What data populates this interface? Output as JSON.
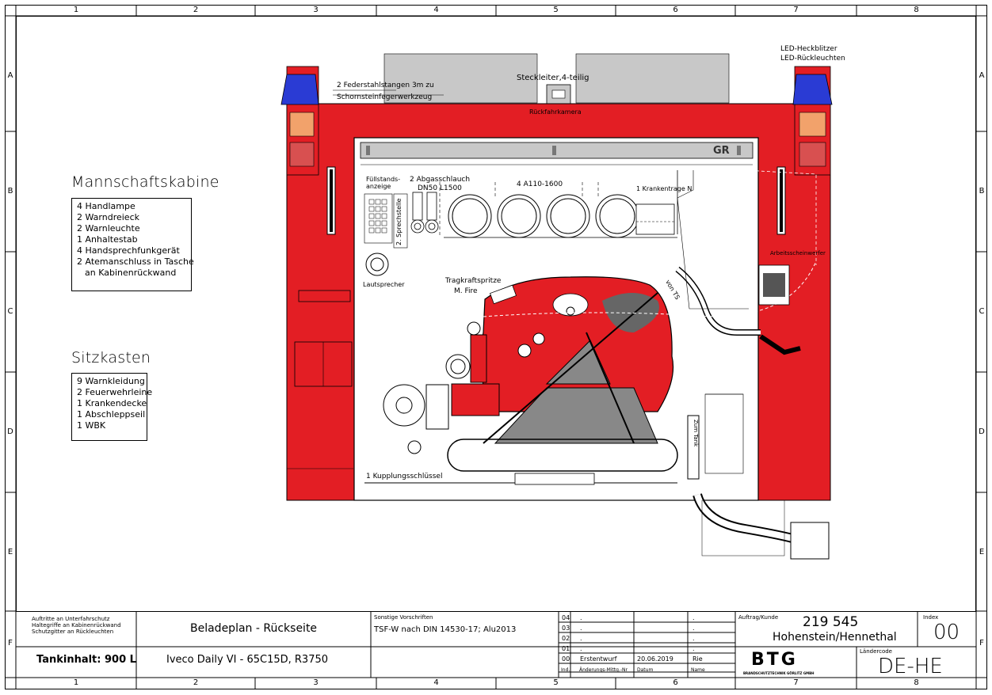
{
  "columns": [
    "1",
    "2",
    "3",
    "4",
    "5",
    "6",
    "7",
    "8"
  ],
  "rows": [
    "A",
    "B",
    "C",
    "D",
    "E",
    "F"
  ],
  "colors": {
    "body_red": "#e31e24",
    "gray": "#c8c8c8",
    "blue": "#2a3bd4",
    "amber": "#f2a26b",
    "dark_red": "#c04040"
  },
  "mannschaftskabine": {
    "title": "Mannschaftskabine",
    "items": [
      "4 Handlampe",
      "2 Warndreieck",
      "2 Warnleuchte",
      "1 Anhaltestab",
      "4 Handsprechfunkgerät",
      "2 Atemanschluss in Tasche",
      "   an Kabinenrückwand"
    ]
  },
  "sitzkasten": {
    "title": "Sitzkasten",
    "items": [
      "9 Warnkleidung",
      "2 Feuerwehrleine",
      "1 Krankendecke",
      "1 Abschleppseil",
      "1 WBK"
    ]
  },
  "labels": {
    "federstahl": "2 Federstahlstangen 3m zu",
    "federstahl2": "Schornsteinfegerwerkzeug",
    "steckleiter": "Steckleiter,4-teilig",
    "rueckfahrkamera": "Rückfahrkamera",
    "led1": "LED-Heckblitzer",
    "led2": "LED-Rückleuchten",
    "fuellstand1": "Füllstands-",
    "fuellstand2": "anzeige",
    "abgas1": "2 Abgasschlauch",
    "abgas2": "DN50 L1500",
    "a110": "4 A110-1600",
    "krankentrage": "1 Krankentrage N",
    "sprechstelle": "2. Sprechstelle",
    "lautsprecher": "Lautsprecher",
    "tragkraftspritze1": "Tragkraftspritze",
    "tragkraftspritze2": "M. Fire",
    "arbeits": "Arbeitsscheinwerfer",
    "vonts": "von TS",
    "zumtank": "Zum Tank",
    "kupplung": "1 Kupplungsschlüssel",
    "gr": "GR"
  },
  "titleblock": {
    "note": [
      "Auftritte an Unterfahrschutz",
      "Haltegriffe an Kabinenrückwand",
      "Schutzgitter an Rückleuchten"
    ],
    "tankinhalt": "Tankinhalt: 900 L",
    "beladeplan": "Beladeplan - Rückseite",
    "vehicle": "Iveco Daily VI - 65C15D, R3750",
    "sonstige_label": "Sonstige Vorschriften",
    "sonstige": "TSF-W nach DIN 14530-17; Alu2013",
    "rev_rows": [
      {
        "idx": "04",
        "text": ".",
        "date": "",
        "name": "."
      },
      {
        "idx": "03",
        "text": ".",
        "date": "",
        "name": "."
      },
      {
        "idx": "02",
        "text": ".",
        "date": "",
        "name": "."
      },
      {
        "idx": "01",
        "text": ".",
        "date": "",
        "name": "."
      },
      {
        "idx": "00",
        "text": "Erstentwurf",
        "date": "20.06.2019",
        "name": "Rie"
      }
    ],
    "rev_header": {
      "idx": "Ind.",
      "text": "Änderungs-Mittg.-Nr",
      "date": "Datum",
      "name": "Name"
    },
    "auftrag_label": "Auftrag/Kunde",
    "auftrag": "219 545",
    "kunde": "Hohenstein/Hennethal",
    "index_label": "Index",
    "index": "00",
    "laendercode_label": "Ländercode",
    "laendercode": "DE-HE",
    "logo": "BTG",
    "logo_sub": "BRANDSCHUTZTECHNIK GÖRLITZ GMBH"
  }
}
